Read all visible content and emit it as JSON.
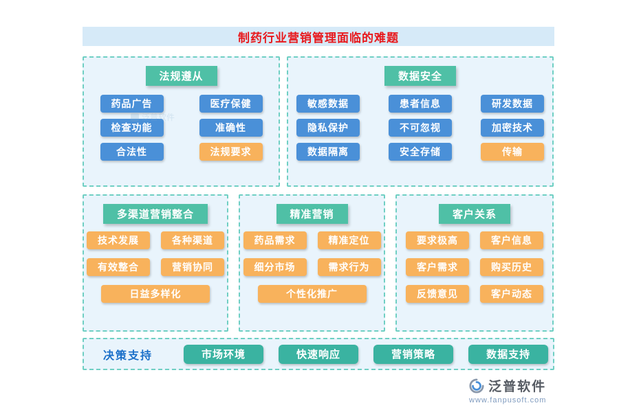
{
  "title": "制药行业营销管理面临的难题",
  "colors": {
    "title_text": "#e8191c",
    "title_bg": "#d6eaf8",
    "section_border": "#6fcfc3",
    "section_bg": "#e9f4fc",
    "badge_bg": "#4fc0a6",
    "blue_btn": "#4a90d8",
    "orange_btn": "#f8b25c",
    "teal_btn": "#3ab3a1",
    "footer_label": "#1a6fc9"
  },
  "sections": [
    {
      "header": "法规遵从",
      "items": [
        {
          "label": "药品广告",
          "style": "blue"
        },
        {
          "label": "医疗保健",
          "style": "blue"
        },
        {
          "label": "检查功能",
          "style": "blue"
        },
        {
          "label": "准确性",
          "style": "blue"
        },
        {
          "label": "合法性",
          "style": "blue"
        },
        {
          "label": "法规要求",
          "style": "orange"
        }
      ]
    },
    {
      "header": "数据安全",
      "items": [
        {
          "label": "敏感数据",
          "style": "blue"
        },
        {
          "label": "患者信息",
          "style": "blue"
        },
        {
          "label": "研发数据",
          "style": "blue"
        },
        {
          "label": "隐私保护",
          "style": "blue"
        },
        {
          "label": "不可忽视",
          "style": "blue"
        },
        {
          "label": "加密技术",
          "style": "blue"
        },
        {
          "label": "数据隔离",
          "style": "blue"
        },
        {
          "label": "安全存储",
          "style": "blue"
        },
        {
          "label": "传输",
          "style": "orange"
        }
      ]
    },
    {
      "header": "多渠道营销整合",
      "items": [
        {
          "label": "技术发展",
          "style": "orange"
        },
        {
          "label": "各种渠道",
          "style": "orange"
        },
        {
          "label": "有效整合",
          "style": "orange"
        },
        {
          "label": "营销协同",
          "style": "orange"
        },
        {
          "label": "日益多样化",
          "style": "orange"
        }
      ]
    },
    {
      "header": "精准营销",
      "items": [
        {
          "label": "药品需求",
          "style": "orange"
        },
        {
          "label": "精准定位",
          "style": "orange"
        },
        {
          "label": "细分市场",
          "style": "orange"
        },
        {
          "label": "需求行为",
          "style": "orange"
        },
        {
          "label": "个性化推广",
          "style": "orange"
        }
      ]
    },
    {
      "header": "客户关系",
      "items": [
        {
          "label": "要求极高",
          "style": "orange"
        },
        {
          "label": "客户信息",
          "style": "orange"
        },
        {
          "label": "客户需求",
          "style": "orange"
        },
        {
          "label": "购买历史",
          "style": "orange"
        },
        {
          "label": "反馈意见",
          "style": "orange"
        },
        {
          "label": "客户动态",
          "style": "orange"
        }
      ]
    }
  ],
  "footer": {
    "label": "决策支持",
    "items": [
      {
        "label": "市场环境"
      },
      {
        "label": "快速响应"
      },
      {
        "label": "营销策略"
      },
      {
        "label": "数据支持"
      }
    ]
  },
  "watermark": "泛普软件",
  "brand": {
    "name": "泛普软件",
    "site": "www.fanpusoft.com"
  }
}
